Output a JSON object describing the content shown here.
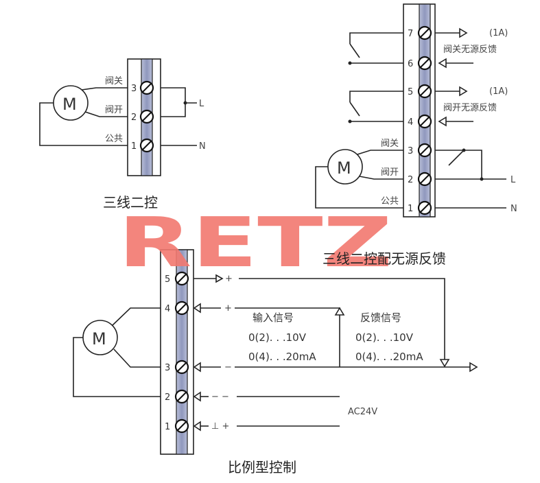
{
  "watermark": "RETZ",
  "diagram1": {
    "caption": "三线二控",
    "terminals": [
      {
        "num": "3",
        "label": "阀关"
      },
      {
        "num": "2",
        "label": "阀开"
      },
      {
        "num": "1",
        "label": "公共"
      }
    ],
    "motor": "M",
    "line_labels": {
      "L": "L",
      "N": "N"
    }
  },
  "diagram2": {
    "caption": "三线二控配无源反馈",
    "terminals": [
      {
        "num": "7",
        "label": ""
      },
      {
        "num": "6",
        "label": ""
      },
      {
        "num": "5",
        "label": ""
      },
      {
        "num": "4",
        "label": ""
      },
      {
        "num": "3",
        "label": "阀关"
      },
      {
        "num": "2",
        "label": "阀开"
      },
      {
        "num": "1",
        "label": "公共"
      }
    ],
    "motor": "M",
    "feedback": [
      {
        "rating": "(1A)",
        "text": "阀关无源反馈"
      },
      {
        "rating": "(1A)",
        "text": "阀开无源反馈"
      }
    ],
    "line_labels": {
      "L": "L",
      "N": "N"
    }
  },
  "diagram3": {
    "caption": "比例型控制",
    "terminals": [
      {
        "num": "5",
        "sign": "+"
      },
      {
        "num": "4",
        "sign": "+"
      },
      {
        "num": "3",
        "sign": "−"
      },
      {
        "num": "2",
        "sign": "− −"
      },
      {
        "num": "1",
        "sign": "⊥ +"
      }
    ],
    "motor": "M",
    "input_signal": {
      "title": "输入信号",
      "voltage": "0(2). . .10V",
      "current": "0(4). . .20mA"
    },
    "feedback_signal": {
      "title": "反馈信号",
      "voltage": "0(2). . .10V",
      "current": "0(4). . .20mA"
    },
    "supply": "AC24V"
  }
}
